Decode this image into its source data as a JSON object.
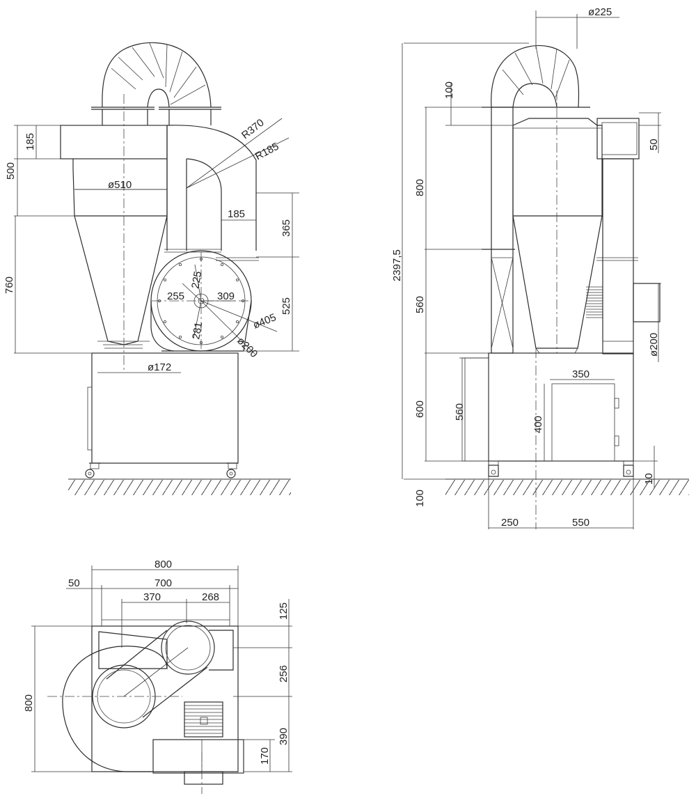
{
  "front_view": {
    "labels": [
      "185",
      "500",
      "760",
      "R370",
      "R185",
      "ø510",
      "185",
      "365",
      "525",
      "225",
      "255",
      "309",
      "281",
      "ø405",
      "ø200",
      "ø172"
    ]
  },
  "side_view": {
    "labels": [
      "ø225",
      "100",
      "50",
      "800",
      "2397,5",
      "560",
      "ø200",
      "350",
      "600",
      "560",
      "400",
      "10",
      "100",
      "250",
      "550"
    ]
  },
  "top_view": {
    "labels": [
      "800",
      "50",
      "700",
      "370",
      "268",
      "125",
      "256",
      "800",
      "390",
      "170"
    ]
  }
}
